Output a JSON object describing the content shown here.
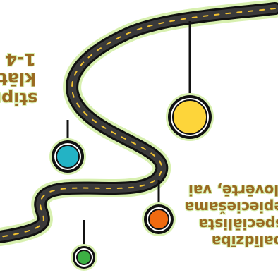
{
  "texts": {
    "left_block": {
      "line1": "stipri",
      "line2": "klātb",
      "line3": "1-4 n"
    },
    "right_block": {
      "line1": "palīdzība",
      "line2": "speciālista",
      "line3": "epieciešama",
      "line4": "īlovērtē, vai"
    }
  },
  "colors": {
    "road": "#3a3a3a",
    "road_outline": "#111111",
    "road_glow": "#d8f0b0",
    "dash": "#f2c230",
    "circle_yellow": "#fdd53a",
    "circle_teal": "#23b3c5",
    "circle_orange": "#f06a10",
    "circle_green": "#3cb043",
    "text": "#9a6a22"
  },
  "icons": {
    "milestone_markers": [
      "yellow-circle-icon",
      "teal-circle-icon",
      "orange-circle-icon",
      "green-circle-icon"
    ]
  }
}
